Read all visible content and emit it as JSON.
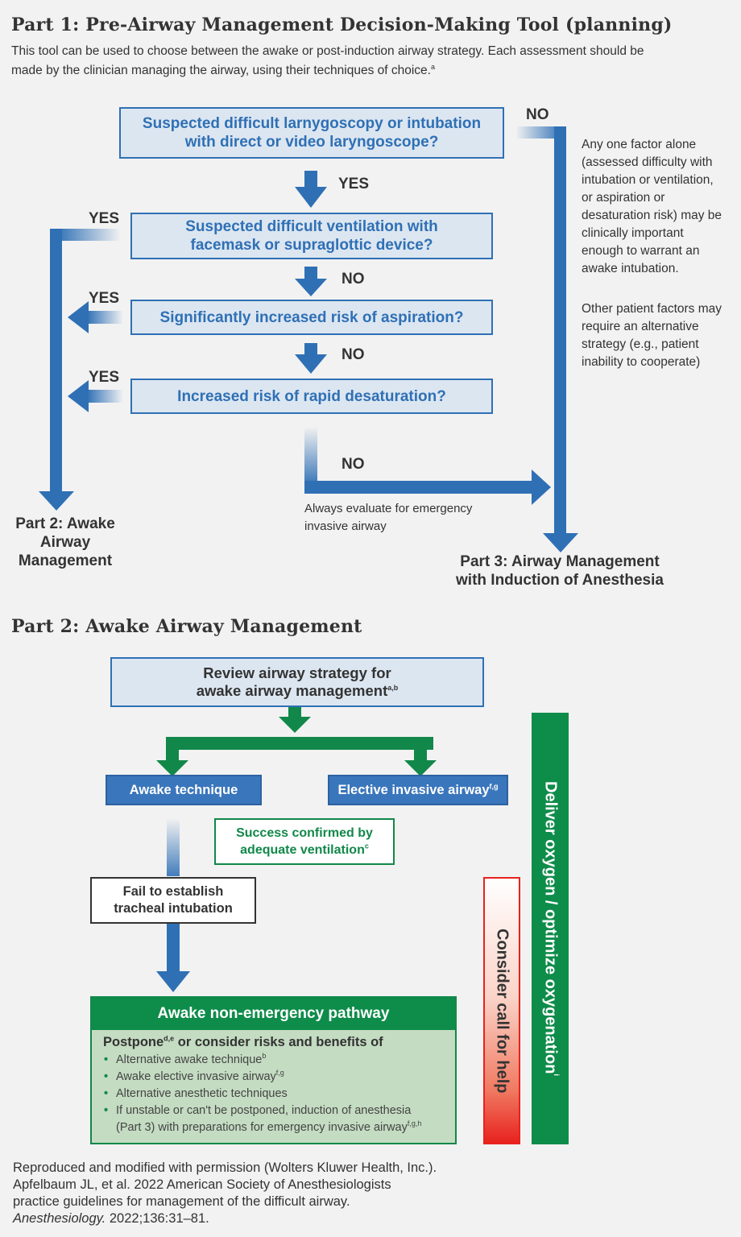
{
  "part1": {
    "title": "Part 1: Pre-Airway Management Decision-Making Tool (planning)",
    "intro_line1": "This tool can be used to choose between the awake or post-induction airway strategy. Each assessment should be",
    "intro_line2": "made by the clinician managing the airway, using their techniques of choice.",
    "intro_sup": "a",
    "q1_line1": "Suspected difficult larnygoscopy or intubation",
    "q1_line2": "with direct or video laryngoscope?",
    "q2_line1": "Suspected difficult ventilation with",
    "q2_line2": "facemask or supraglottic device?",
    "q3": "Significantly increased risk of aspiration?",
    "q4": "Increased risk of rapid desaturation?",
    "yes": "YES",
    "no": "NO",
    "side_note1": [
      "Any one factor alone",
      "(assessed difficulty with",
      "intubation or ventilation,",
      "or aspiration or",
      "desaturation risk) may be",
      "clinically important",
      "enough to warrant an",
      "awake intubation."
    ],
    "side_note2": [
      "Other patient factors may",
      "require an alternative",
      "strategy (e.g., patient",
      "inability to cooperate)"
    ],
    "emergency_note_line1": "Always evaluate for emergency",
    "emergency_note_line2": "invasive airway",
    "end_left": [
      "Part 2: Awake",
      "Airway",
      "Management"
    ],
    "end_right": [
      "Part 3: Airway Management",
      "with Induction of Anesthesia"
    ]
  },
  "part2": {
    "title": "Part 2: Awake Airway Management",
    "review_line1": "Review airway strategy for",
    "review_line2": "awake airway management",
    "review_sup": "a,b",
    "awake_technique": "Awake technique",
    "elective_invasive": "Elective invasive airway",
    "elective_sup": "f,g",
    "success_line1": "Success confirmed by",
    "success_line2": "adequate ventilation",
    "success_sup": "c",
    "fail_line1": "Fail to establish",
    "fail_line2": "tracheal intubation",
    "pathway_title": "Awake non-emergency pathway",
    "pathway_sub_a": "Postpone",
    "pathway_sub_sup": "d,e",
    "pathway_sub_b": " or consider risks and benefits of",
    "bullets": [
      {
        "text": "Alternative awake technique",
        "sup": "b"
      },
      {
        "text": "Awake elective invasive airway",
        "sup": "f,g"
      },
      {
        "text": "Alternative anesthetic techniques",
        "sup": ""
      },
      {
        "text": "If unstable or can't be postponed, induction of anesthesia",
        "sup": ""
      },
      {
        "text": "(Part 3) with preparations for emergency invasive airway",
        "sup": "f,g,h"
      }
    ],
    "call_help": "Consider call for help",
    "deliver_oxygen": "Deliver oxygen / optimize oxygenation",
    "deliver_sup": "i"
  },
  "footer": {
    "line1": "Reproduced and modified with permission (Wolters Kluwer Health, Inc.).",
    "line2": "Apfelbaum JL, et al. 2022 American Society of Anesthesiologists",
    "line3": "practice guidelines for management of the difficult airway.",
    "line4_italic": "Anesthesiology.",
    "line4_rest": " 2022;136:31–81."
  },
  "colors": {
    "blue": "#2f70b5",
    "light_blue_fill": "#dce6f1",
    "green": "#11884a",
    "light_green_fill": "#c4dcc2",
    "red": "#e8221e"
  }
}
